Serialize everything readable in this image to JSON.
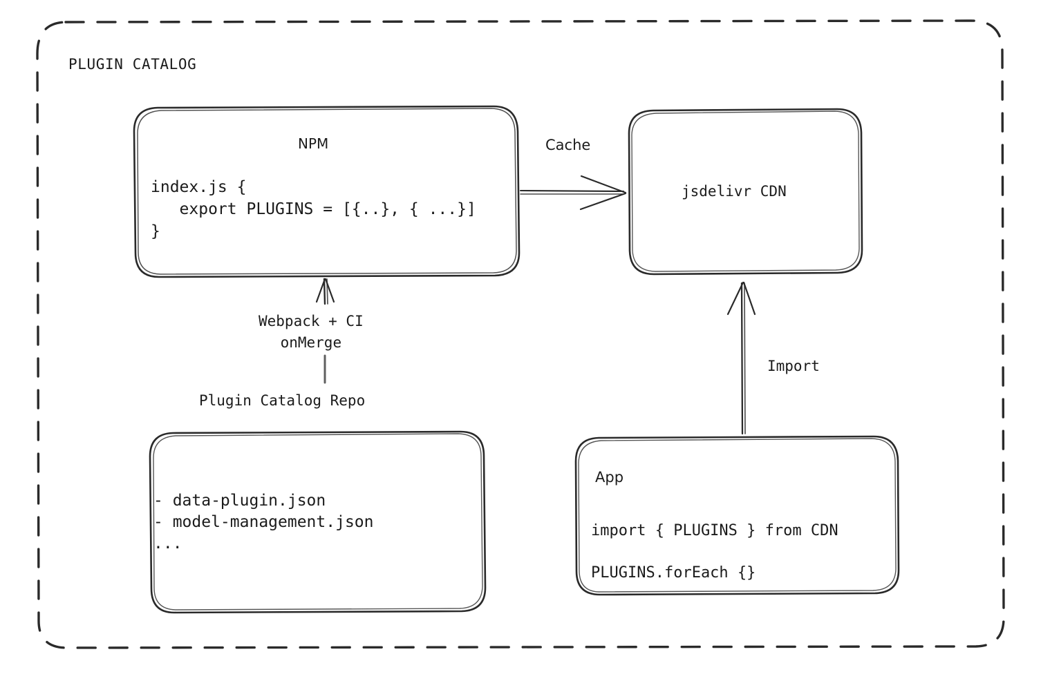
{
  "diagram": {
    "title": "PLUGIN CATALOG",
    "type": "architecture-flow",
    "background_color": "#ffffff",
    "stroke_color": "#1b1b1b",
    "style": "hand-drawn"
  },
  "group": {
    "label": "PLUGIN CATALOG",
    "border_style": "dashed",
    "border_color": "#2a2a2a"
  },
  "nodes": {
    "npm": {
      "title": "NPM",
      "code_lines": [
        "index.js {",
        "   export PLUGINS = [{..}, { ...}]",
        "}"
      ]
    },
    "cdn": {
      "title": "jsdelivr CDN"
    },
    "repo": {
      "caption": "Plugin Catalog Repo",
      "file_lines": [
        "- data-plugin.json",
        "- model-management.json",
        "..."
      ]
    },
    "app": {
      "title": "App",
      "code_lines": [
        "import { PLUGINS } from CDN",
        "PLUGINS.forEach {}"
      ]
    }
  },
  "edges": {
    "cache": {
      "label": "Cache",
      "from": "npm",
      "to": "cdn",
      "direction": "right"
    },
    "build": {
      "label": "Webpack + CI\nonMerge",
      "from": "repo",
      "to": "npm",
      "direction": "up"
    },
    "import": {
      "label": "Import",
      "from": "app",
      "to": "cdn",
      "direction": "up"
    }
  }
}
